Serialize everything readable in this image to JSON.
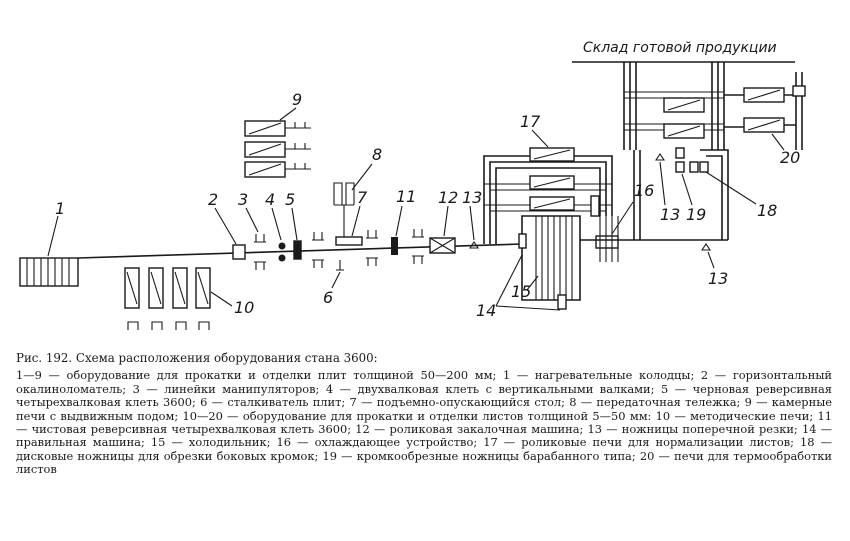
{
  "diagram": {
    "warehouse_label": "Склад готовой продукции",
    "labels": {
      "n1": "1",
      "n2": "2",
      "n3": "3",
      "n4": "4",
      "n5": "5",
      "n6": "6",
      "n7": "7",
      "n8": "8",
      "n9": "9",
      "n10": "10",
      "n11": "11",
      "n12": "12",
      "n13a": "13",
      "n13b": "13",
      "n13c": "13",
      "n14": "14",
      "n15": "15",
      "n16": "16",
      "n17": "17",
      "n18": "18",
      "n19": "19",
      "n20": "20"
    }
  },
  "caption": {
    "title": "Рис. 192. Схема расположения оборудования стана 3600:",
    "body": "1—9 — оборудование для прокатки и отделки плит толщиной 50—200 мм; 1 — нагревательные колодцы; 2 — горизонтальный окалиноломатель; 3 — линейки манипуляторов; 4 — двухвалковая клеть с вертикальными валками; 5 — черновая реверсивная четырехвалковая клеть 3600; 6 — сталкиватель плит; 7 — подъемно-опускающийся стол; 8 — передаточная тележка; 9 — камерные печи с выдвижным подом; 10—20 — оборудование для прокатки и отделки листов толщиной 5—50 мм: 10 — методические печи; 11 — чистовая реверсивная четырехвалковая клеть 3600; 12 — роликовая закалочная машина; 13 — ножницы поперечной резки; 14 — правильная машина; 15 — холодильник; 16 — охлаждающее устройство; 17 — роликовые печи для нормализации листов; 18 — дисковые ножницы для обрезки боковых кромок; 19 — кромкообрезные ножницы барабанного типа; 20 — печи для термообработки листов"
  }
}
